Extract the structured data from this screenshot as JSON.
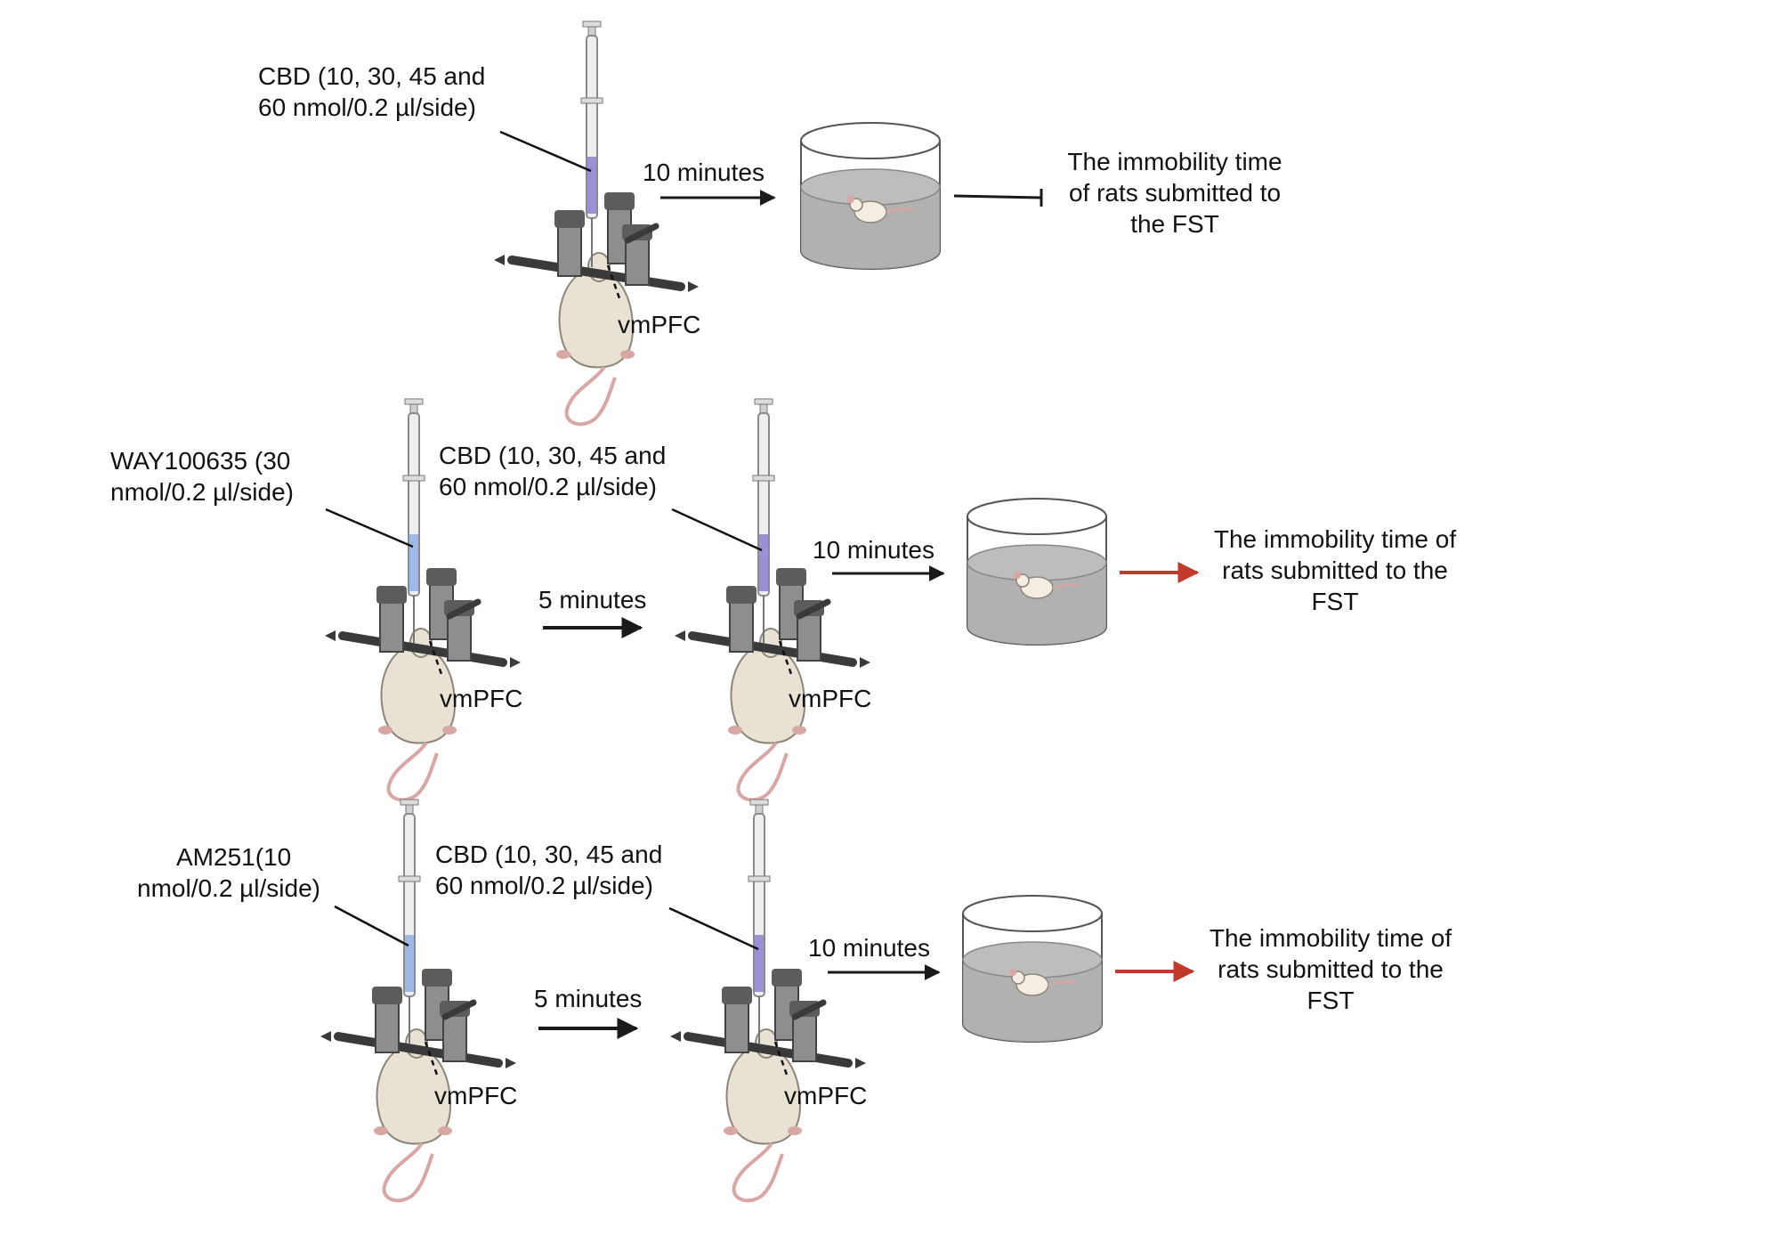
{
  "colors": {
    "background": "#ffffff",
    "arrow_black": "#1a1a1a",
    "arrow_red": "#c0392b",
    "syringe_fill_blue": "#9fb8e6",
    "syringe_fill_purple": "#9b8fd6",
    "water": "#a9a9a9",
    "rat_body": "#e8e2d4",
    "rat_tail": "#d9a7a3"
  },
  "rows": [
    {
      "drug_label": [
        "CBD (10, 30, 45 and",
        "60 nmol/0.2 µl/side)"
      ],
      "syringe_fill": "purple",
      "region_label": "vmPFC",
      "interval_label": "10 minutes",
      "outcome_label": [
        "The immobility time",
        "of rats submitted to",
        "the FST"
      ],
      "outcome_arrow": "inhibition"
    },
    {
      "pretreatment_label": [
        "WAY100635 (30",
        "nmol/0.2 µl/side)"
      ],
      "pretreatment_fill": "blue",
      "pretreatment_region": "vmPFC",
      "gap_label": "5 minutes",
      "drug_label": [
        "CBD (10, 30, 45 and",
        "60 nmol/0.2 µl/side)"
      ],
      "syringe_fill": "purple",
      "region_label": "vmPFC",
      "interval_label": "10 minutes",
      "outcome_label": [
        "The immobility time of",
        "rats submitted to the",
        "FST"
      ],
      "outcome_arrow": "red"
    },
    {
      "pretreatment_label": [
        "AM251(10",
        "nmol/0.2 µl/side)"
      ],
      "pretreatment_fill": "blue",
      "pretreatment_region": "vmPFC",
      "gap_label": "5 minutes",
      "drug_label": [
        "CBD (10, 30, 45 and",
        "60 nmol/0.2 µl/side)"
      ],
      "syringe_fill": "purple",
      "region_label": "vmPFC",
      "interval_label": "10 minutes",
      "outcome_label": [
        "The immobility time of",
        "rats submitted to the",
        "FST"
      ],
      "outcome_arrow": "red"
    }
  ]
}
